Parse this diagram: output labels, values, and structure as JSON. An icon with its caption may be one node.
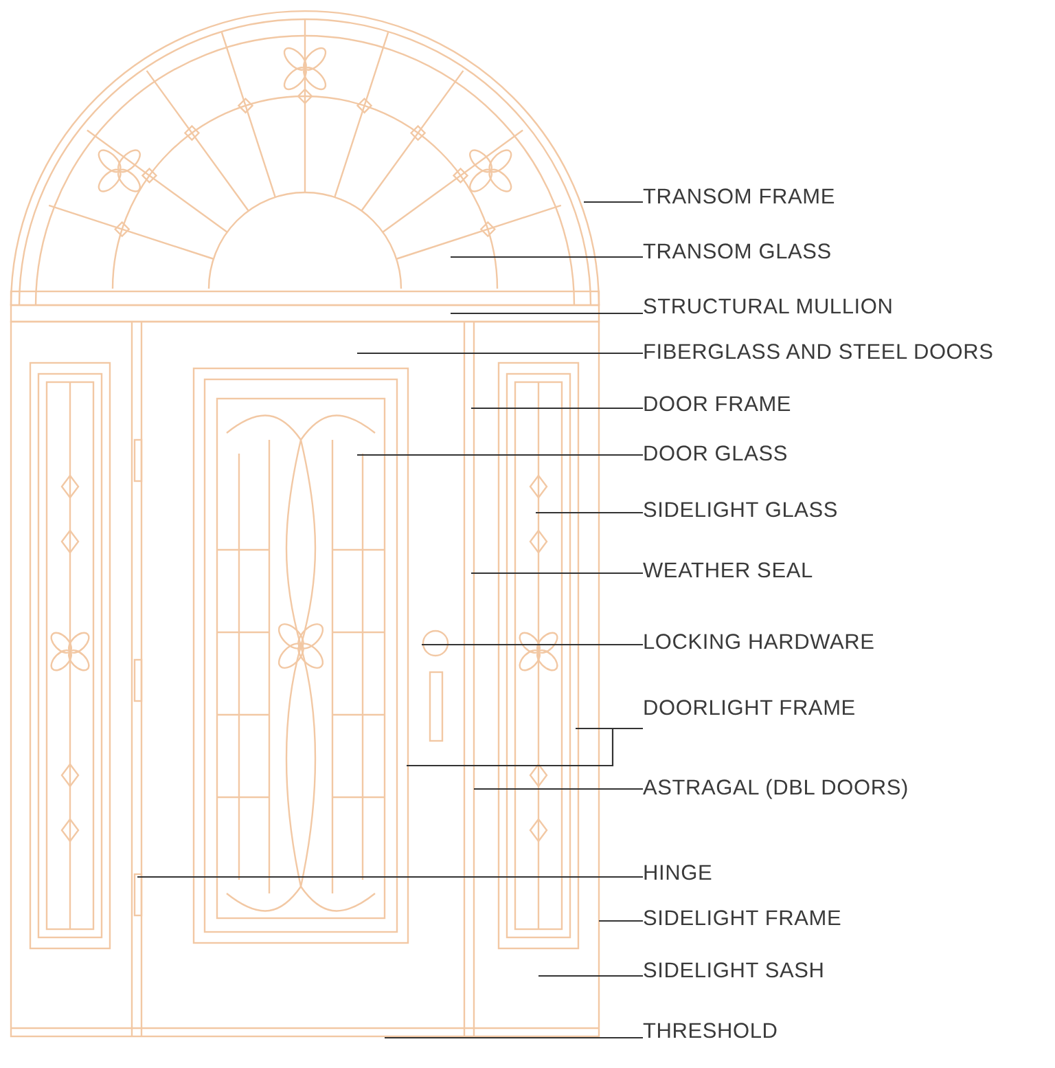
{
  "diagram": {
    "nodes": [
      {
        "text": [
          "TRANSOM FRAME"
        ]
      },
      {
        "text": [
          "TRANSOM GLASS"
        ]
      },
      {
        "text": [
          "STRUCTURAL MULLION"
        ]
      },
      {
        "text": [
          "FIBERGLASS AND STEEL DOORS"
        ]
      },
      {
        "text": [
          "DOOR FRAME"
        ]
      },
      {
        "text": [
          "DOOR GLASS"
        ]
      },
      {
        "text": [
          "SIDELIGHT GLASS"
        ]
      },
      {
        "text": [
          "WEATHER SEAL"
        ]
      },
      {
        "text": [
          "LOCKING HARDWARE"
        ]
      },
      {
        "text": [
          "DOORLIGHT FRAME"
        ]
      },
      {
        "text": [
          "ASTRAGAL (DBL DOORS)"
        ]
      },
      {
        "text": [
          "HINGE"
        ]
      },
      {
        "text": [
          "SIDELIGHT FRAME"
        ]
      },
      {
        "text": [
          "SIDELIGHT SASH"
        ]
      },
      {
        "text": [
          "THRESHOLD"
        ]
      }
    ],
    "edges": [
      {
        "from": 0,
        "to": null,
        "arrow": "none"
      },
      {
        "from": 1,
        "to": null,
        "arrow": "none"
      },
      {
        "from": 2,
        "to": null,
        "arrow": "none"
      },
      {
        "from": 3,
        "to": null,
        "arrow": "none"
      },
      {
        "from": 4,
        "to": null,
        "arrow": "none"
      },
      {
        "from": 5,
        "to": null,
        "arrow": "none"
      },
      {
        "from": 6,
        "to": null,
        "arrow": "none"
      },
      {
        "from": 7,
        "to": null,
        "arrow": "none"
      },
      {
        "from": 8,
        "to": null,
        "arrow": "none"
      },
      {
        "from": 9,
        "to": null,
        "arrow": "none"
      },
      {
        "from": 9,
        "to": null,
        "arrow": "none"
      },
      {
        "from": 10,
        "to": null,
        "arrow": "none"
      },
      {
        "from": 11,
        "to": null,
        "arrow": "none"
      },
      {
        "from": 12,
        "to": null,
        "arrow": "none"
      },
      {
        "from": 13,
        "to": null,
        "arrow": "none"
      },
      {
        "from": 14,
        "to": null,
        "arrow": "none"
      }
    ]
  }
}
